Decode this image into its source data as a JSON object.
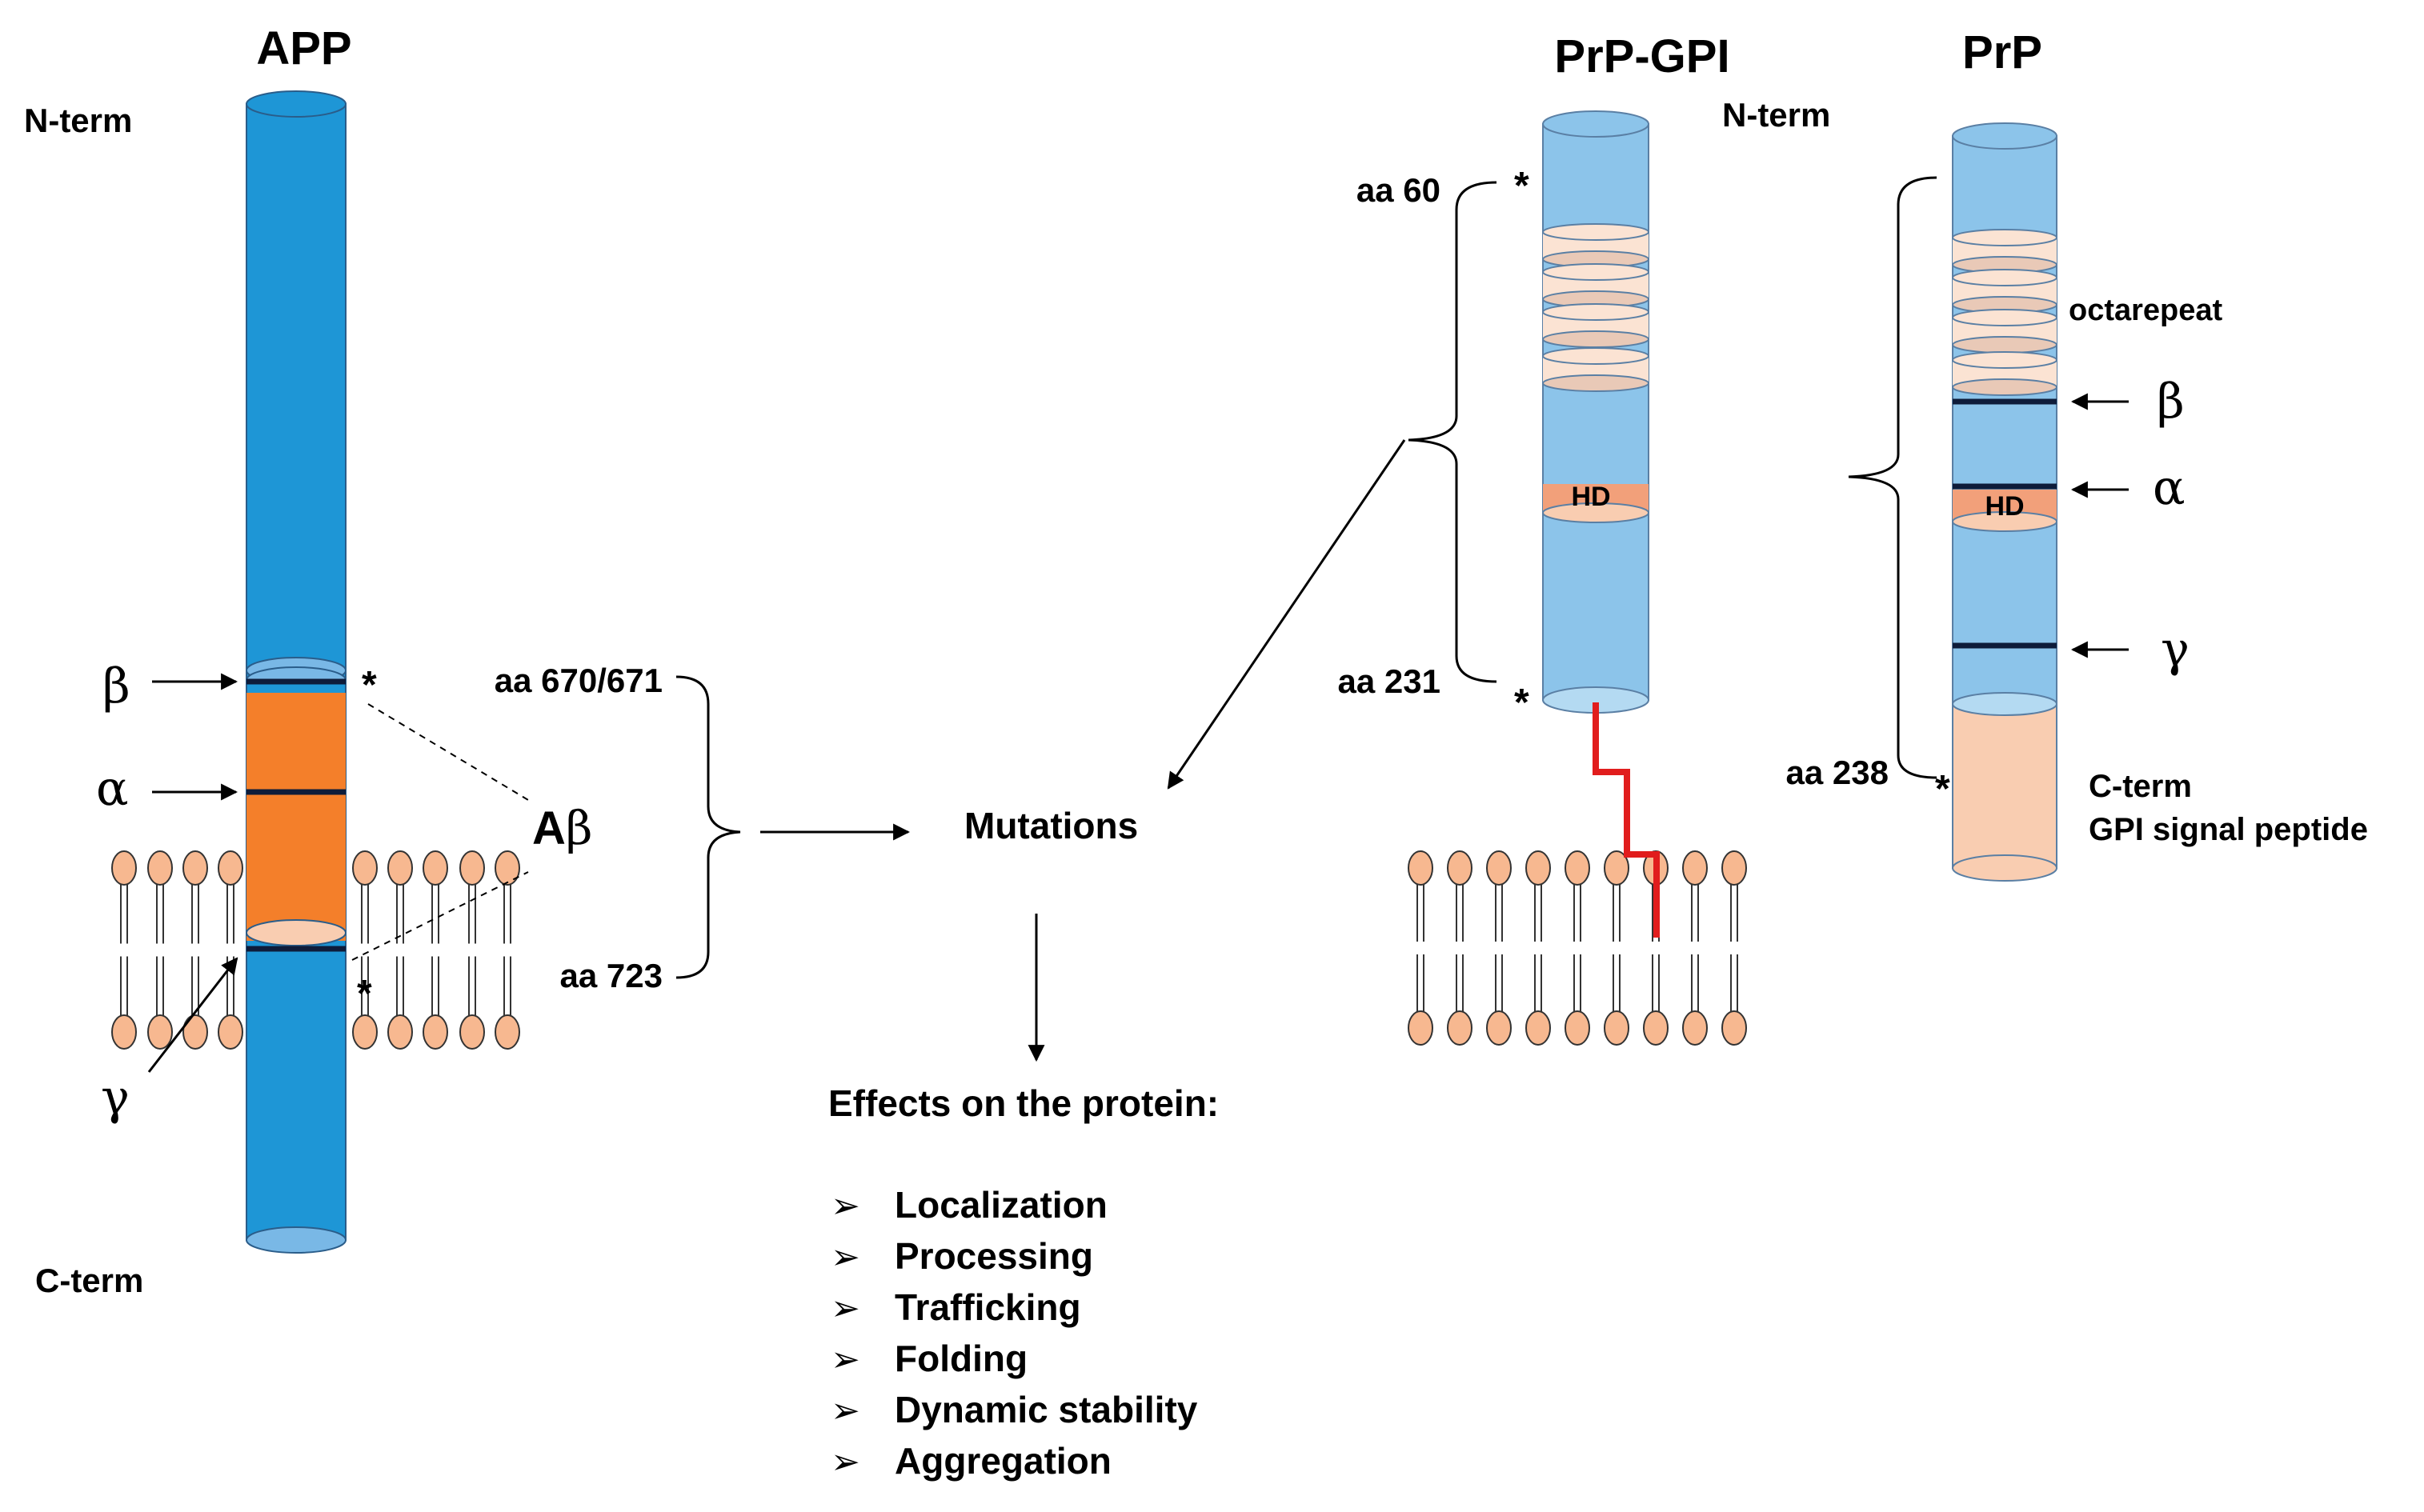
{
  "app": {
    "title": "APP",
    "n_term": "N-term",
    "c_term": "C-term",
    "beta": "β",
    "alpha": "α",
    "gamma": "γ",
    "abeta_a": "A",
    "abeta_b": "β",
    "aa_start": "aa 670/671",
    "aa_end": "aa 723"
  },
  "center": {
    "mutations": "Mutations",
    "effects_title": "Effects on the protein:",
    "bullet": "➢",
    "effects": [
      "Localization",
      "Processing",
      "Trafficking",
      "Folding",
      "Dynamic stability",
      "Aggregation"
    ]
  },
  "prp_gpi": {
    "title": "PrP-GPI",
    "aa_start": "aa 60",
    "aa_end": "aa 231",
    "hd": "HD"
  },
  "prp": {
    "title": "PrP",
    "n_term": "N-term",
    "octarepeat": "octarepeat",
    "beta": "β",
    "alpha": "α",
    "gamma": "γ",
    "hd": "HD",
    "aa_end": "aa 238",
    "c_term": "C-term",
    "gpi_signal": "GPI signal peptide"
  },
  "asterisk": "*",
  "colors": {
    "app_blue": "#1e96d6",
    "app_orange": "#f47f2a",
    "prp_blue": "#8cc4ea",
    "prp_peach": "#fbe3d3",
    "prp_cterm": "#f9cdb1",
    "hd": "#f2a07a",
    "lipid_head": "#f7b890",
    "anchor_red": "#e11d1d"
  }
}
